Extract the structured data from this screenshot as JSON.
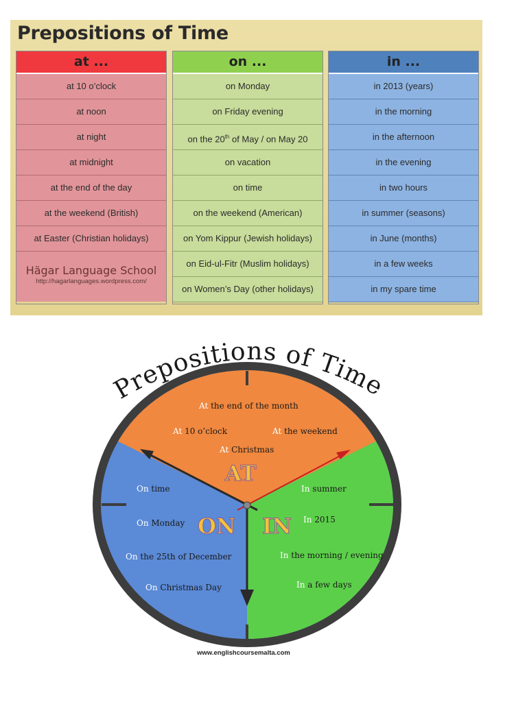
{
  "chart": {
    "title": "Prepositions of Time",
    "columns": [
      {
        "header": "at ...",
        "color": "#f0393e",
        "rows": [
          "at  10 o’clock",
          "at noon",
          "at night",
          "at midnight",
          "at the end of the day",
          "at the weekend  (British)",
          "at Easter (Christian holidays)"
        ],
        "school_name": "Hägar Language School",
        "school_url": "http://hagarlanguages.wordpress.com/"
      },
      {
        "header": "on ...",
        "color": "#8fd14f",
        "rows": [
          "on Monday",
          "on Friday evening",
          "on the 20th of May / on May 20",
          "on vacation",
          "on time",
          "on the weekend  (American)",
          "on Yom Kippur (Jewish holidays)",
          "on Eid-ul-Fitr (Muslim holidays)",
          "on Women’s Day (other holidays)"
        ]
      },
      {
        "header": "in ...",
        "color": "#4f81bd",
        "rows": [
          "in 2013 (years)",
          "in the morning",
          "in the afternoon",
          "in the evening",
          "in two hours",
          "in summer (seasons)",
          "in June (months)",
          "in a few  weeks",
          "in my spare time"
        ]
      }
    ]
  },
  "clock": {
    "title": "Prepositions of Time",
    "at_word": "AT",
    "on_word": "ON",
    "in_word": "IN",
    "at_items": [
      {
        "kw": "At",
        "rest": " the end of the month"
      },
      {
        "kw": "At",
        "rest": "  10 o’clock"
      },
      {
        "kw": "At",
        "rest": " the weekend"
      },
      {
        "kw": "At",
        "rest": " Christmas"
      }
    ],
    "on_items": [
      {
        "kw": "On",
        "rest": " time"
      },
      {
        "kw": "On",
        "rest": " Monday"
      },
      {
        "kw": "On",
        "rest": " the 25th of December"
      },
      {
        "kw": "On",
        "rest": " Christmas Day"
      }
    ],
    "in_items": [
      {
        "kw": "In",
        "rest": " summer"
      },
      {
        "kw": "In",
        "rest": " 2015"
      },
      {
        "kw": "In",
        "rest": " the morning / evening"
      },
      {
        "kw": "In",
        "rest": " a few days"
      }
    ],
    "colors": {
      "at": "#f0883f",
      "on": "#5b8ad6",
      "in": "#5ccf4a",
      "rim": "#3d3d3d"
    }
  },
  "footer_url": "www.englishcoursemalta.com"
}
